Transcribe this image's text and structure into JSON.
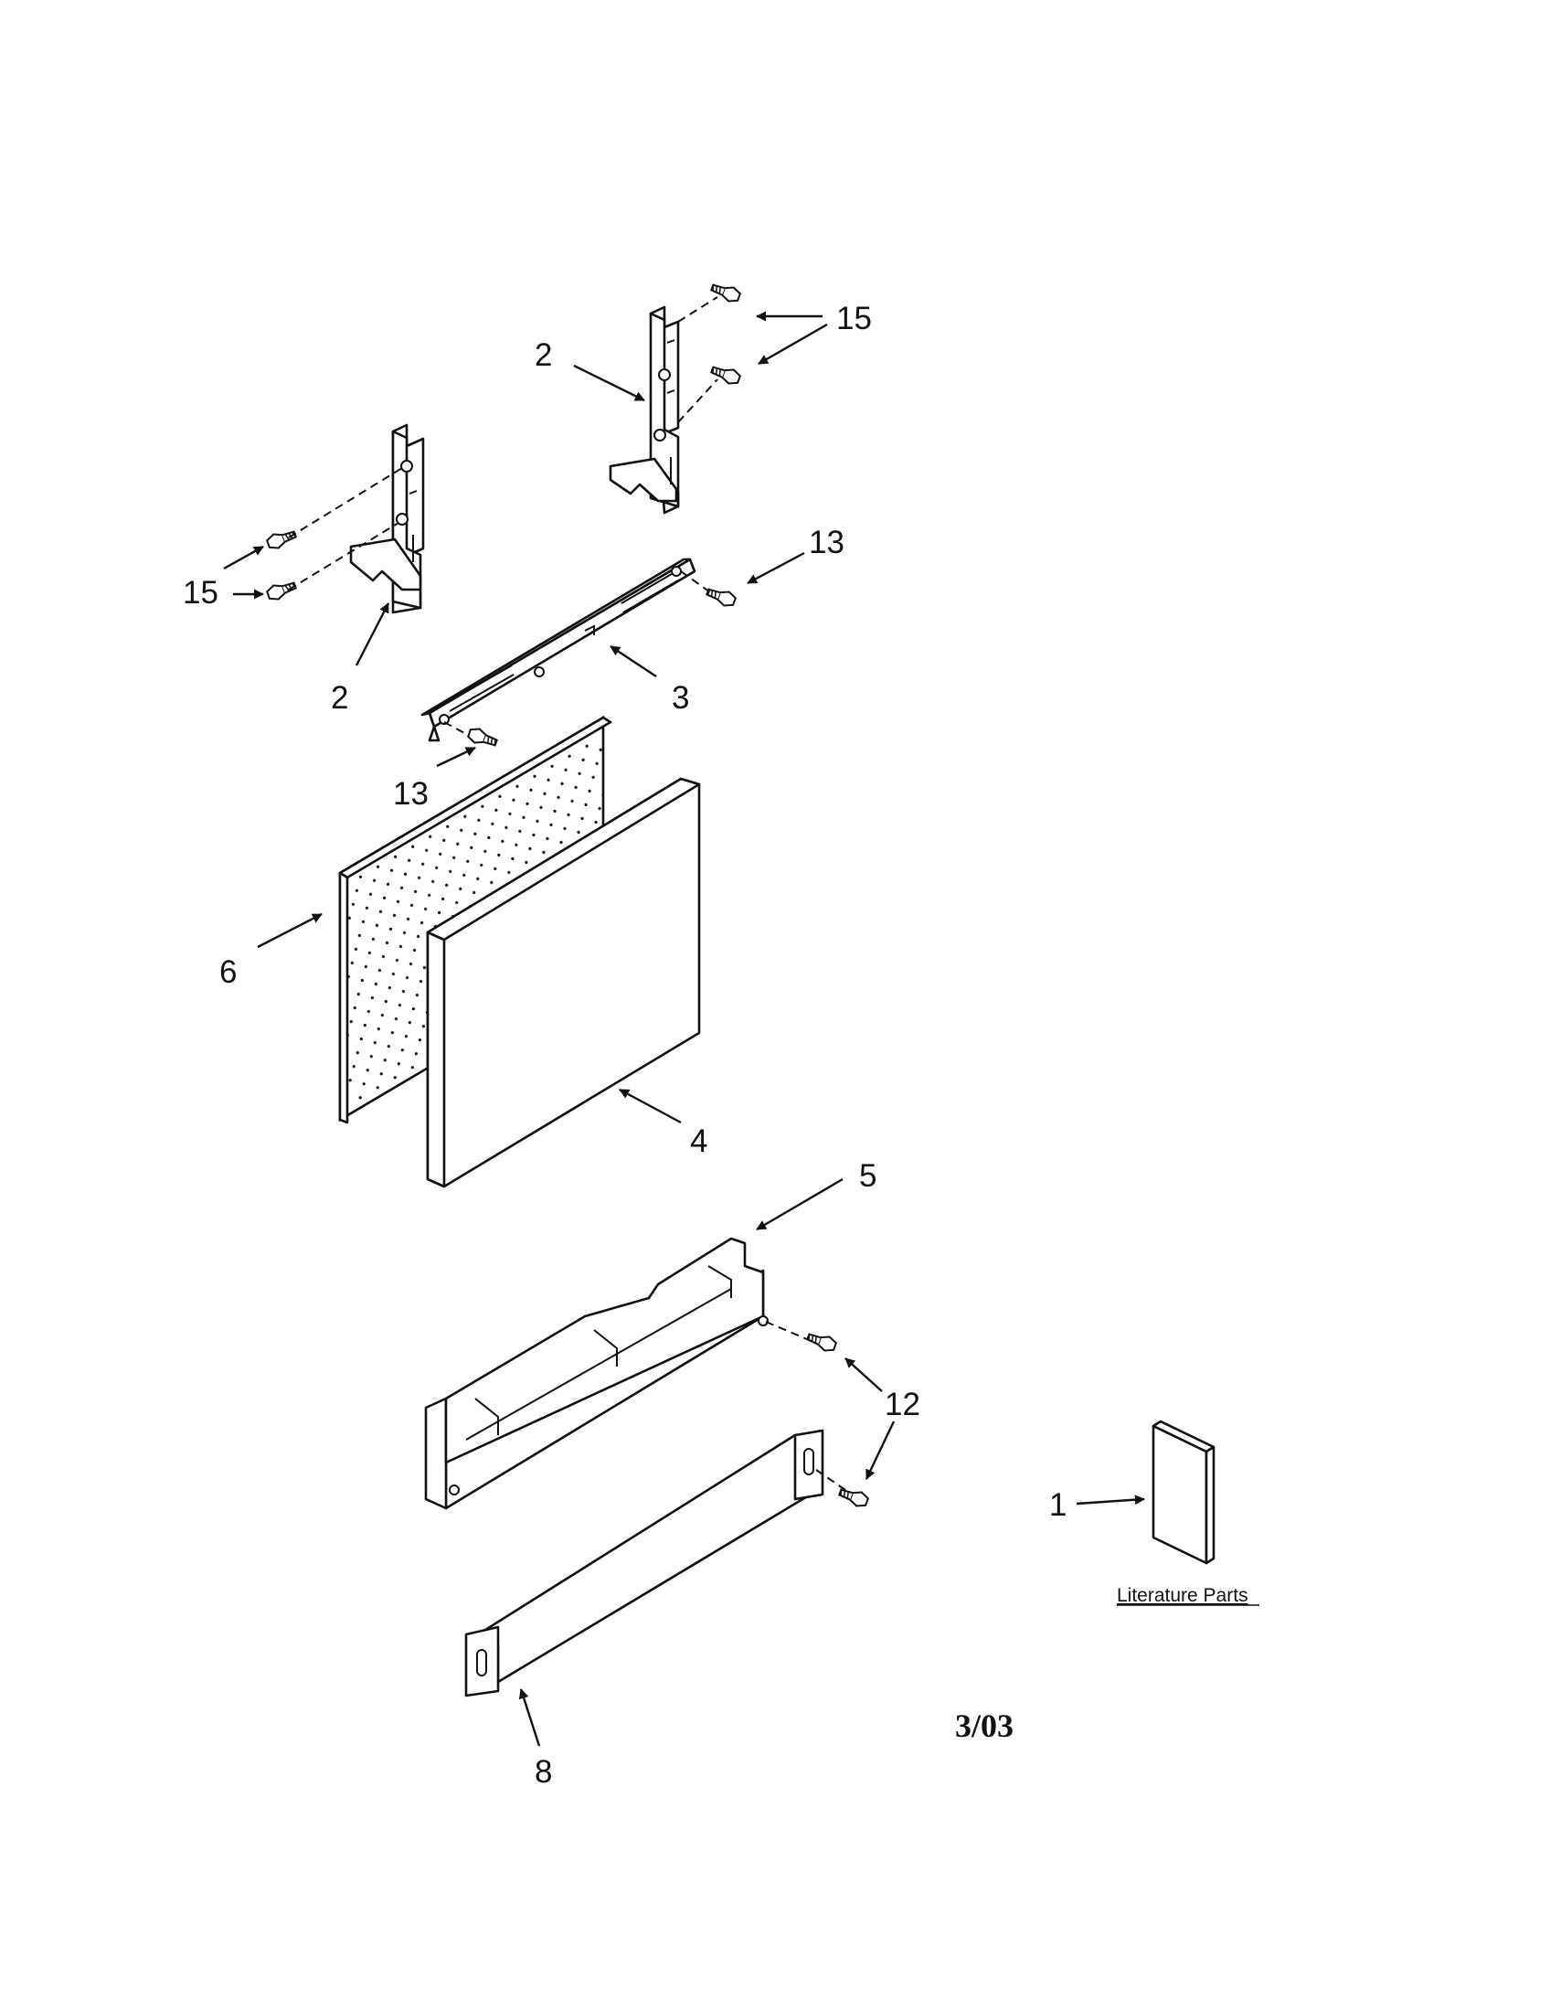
{
  "callouts": {
    "c15_top": "15",
    "c2_top": "2",
    "c13_right": "13",
    "c15_left": "15",
    "c2_left": "2",
    "c3": "3",
    "c13_left": "13",
    "c6": "6",
    "c4": "4",
    "c5": "5",
    "c12": "12",
    "c1": "1",
    "c8": "8"
  },
  "literature_label": "Literature Parts",
  "date_code": "3/03"
}
